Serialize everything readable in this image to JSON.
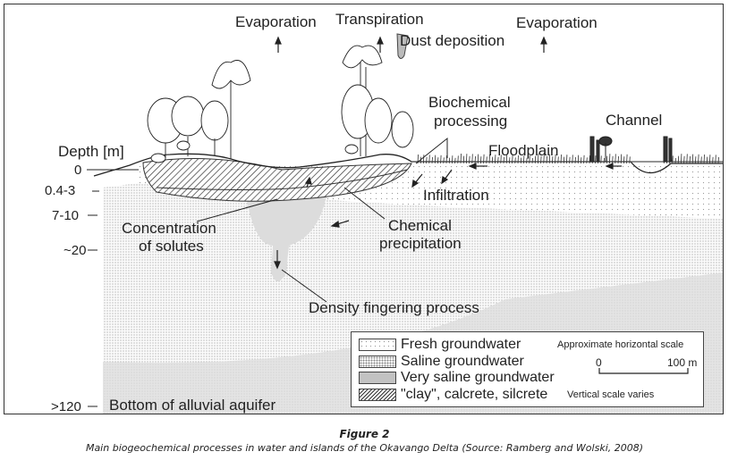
{
  "figure": {
    "title": "Figure 2",
    "caption": "Main biogeochemical processes in water and islands of the Okavango Delta (Source: Ramberg and Wolski, 2008)"
  },
  "depth_axis": {
    "title": "Depth [m]",
    "ticks": [
      "0",
      "0.4-3",
      "7-10",
      "~20",
      ">120"
    ]
  },
  "labels": {
    "evaporation_left": "Evaporation",
    "transpiration": "Transpiration",
    "dust_deposition": "Dust deposition",
    "evaporation_right": "Evaporation",
    "biochemical_processing_1": "Biochemical",
    "biochemical_processing_2": "processing",
    "channel": "Channel",
    "floodplain": "Floodplain",
    "infiltration": "Infiltration",
    "concentration_1": "Concentration",
    "concentration_2": "of solutes",
    "chemical_1": "Chemical",
    "chemical_2": "precipitation",
    "density_fingering": "Density fingering process",
    "bottom_aquifer": "Bottom of alluvial aquifer"
  },
  "legend": {
    "items": [
      {
        "label": "Fresh groundwater",
        "pattern": "fresh"
      },
      {
        "label": "Saline groundwater",
        "pattern": "saline"
      },
      {
        "label": "Very saline groundwater",
        "pattern": "very-saline"
      },
      {
        "label": "\"clay\", calcrete, silcrete",
        "pattern": "clay"
      }
    ],
    "scale_title": "Approximate horizontal scale",
    "scale_start": "0",
    "scale_end": "100 m",
    "vertical_note": "Vertical scale varies"
  }
}
